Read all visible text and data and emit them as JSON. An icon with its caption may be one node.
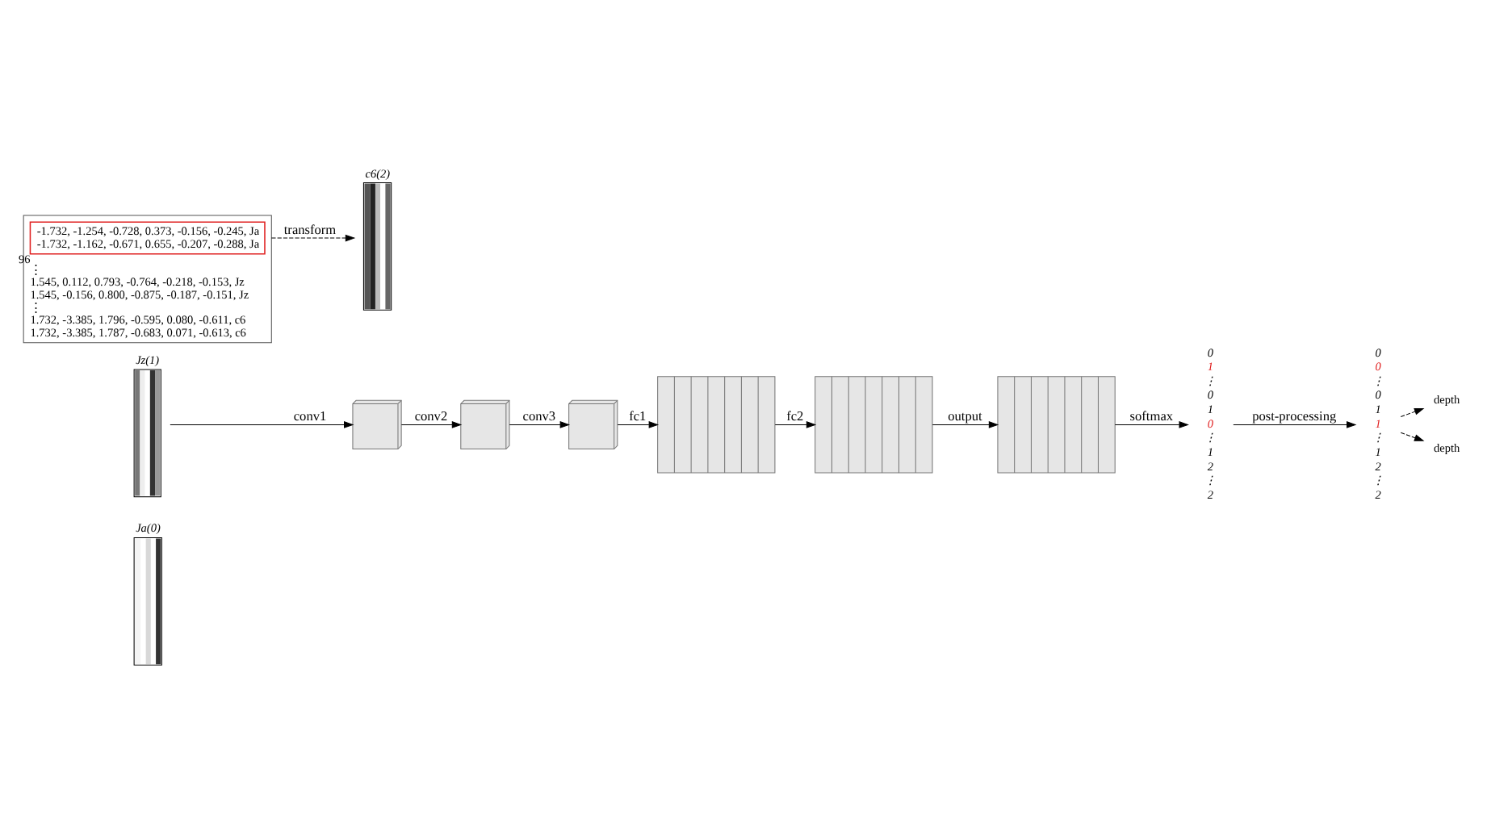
{
  "diagram": {
    "nodes": [
      {
        "text": [
          "Ja(0)"
        ]
      },
      {
        "text": [
          "Jz(1)"
        ]
      },
      {
        "text": [
          "c6(2)"
        ]
      },
      {
        "text": [
          "⋮",
          "1.545, 0.112, 0.793, -0.764, -0.218, -0.153, Jz",
          "1.545, -0.156, 0.800, -0.875, -0.187, -0.151, Jz",
          "⋮",
          "1.732, -3.385, 1.796, -0.595, 0.080, -0.611, c6",
          "1.732, -3.385, 1.787, -0.683, 0.071, -0.613, c6"
        ]
      },
      {
        "text": [
          "-1.732, -1.254, -0.728, 0.373, -0.156, -0.245, Ja",
          "-1.732, -1.162, -0.671, 0.655, -0.207, -0.288, Ja"
        ],
        "in": 3,
        "beside": [
          "96"
        ]
      },
      {
        "text": [],
        "shape": "box"
      },
      {
        "text": [],
        "shape": "box"
      },
      {
        "text": [],
        "shape": "box"
      },
      {
        "text": [],
        "shape": "bar"
      },
      {
        "text": [],
        "shape": "bar"
      },
      {
        "text": [],
        "shape": "bar"
      },
      {
        "text": [
          "0",
          "1",
          "⋮",
          "0",
          "1",
          "0",
          "⋮",
          "1",
          "2",
          "⋮",
          "2"
        ]
      },
      {
        "text": [
          "0",
          "0",
          "⋮",
          "0",
          "1",
          "1",
          "⋮",
          "1",
          "2",
          "⋮",
          "2"
        ]
      },
      {
        "text": [
          "depth"
        ]
      },
      {
        "text": [
          "depth"
        ]
      }
    ],
    "edges": [
      {
        "from": 3,
        "to": 2,
        "arrow": "to",
        "label": "transform",
        "style": "dashed"
      },
      {
        "from": 1,
        "to": 5,
        "arrow": "to",
        "label": "conv1"
      },
      {
        "from": 5,
        "to": 6,
        "arrow": "to",
        "label": "conv2"
      },
      {
        "from": 6,
        "to": 7,
        "arrow": "to",
        "label": "conv3"
      },
      {
        "from": 7,
        "to": 8,
        "arrow": "to",
        "label": "fc1"
      },
      {
        "from": 8,
        "to": 9,
        "arrow": "to",
        "label": "fc2"
      },
      {
        "from": 9,
        "to": 10,
        "arrow": "to",
        "label": "output"
      },
      {
        "from": 10,
        "to": 11,
        "arrow": "to",
        "label": "softmax"
      },
      {
        "from": 11,
        "to": 12,
        "arrow": "to",
        "label": "post-processing"
      },
      {
        "from": 12,
        "to": 13,
        "arrow": "to",
        "style": "dashed"
      },
      {
        "from": 12,
        "to": 14,
        "arrow": "to",
        "style": "dashed"
      }
    ]
  }
}
